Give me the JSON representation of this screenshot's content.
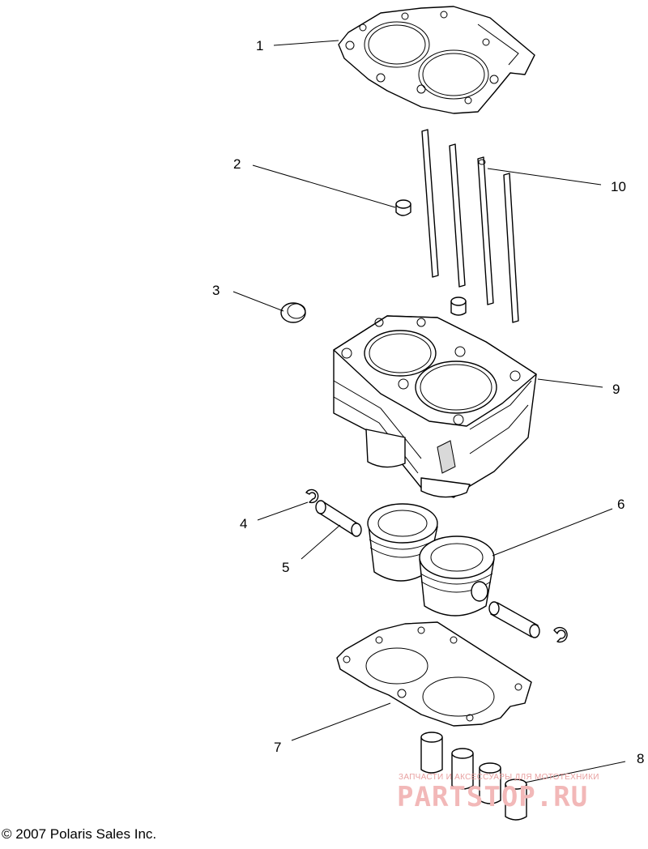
{
  "callouts": [
    {
      "id": "1",
      "label": "1"
    },
    {
      "id": "2",
      "label": "2"
    },
    {
      "id": "3",
      "label": "3"
    },
    {
      "id": "4",
      "label": "4"
    },
    {
      "id": "5",
      "label": "5"
    },
    {
      "id": "6",
      "label": "6"
    },
    {
      "id": "7",
      "label": "7"
    },
    {
      "id": "8",
      "label": "8"
    },
    {
      "id": "9",
      "label": "9"
    },
    {
      "id": "10",
      "label": "10"
    }
  ],
  "copyright": "© 2007 Polaris Sales Inc.",
  "watermark": {
    "subtitle": "ЗАПЧАСТИ И АКСЕССУАРЫ ДЛЯ МОТОТЕХНИКИ",
    "brand": "PARTSTOP.RU"
  }
}
